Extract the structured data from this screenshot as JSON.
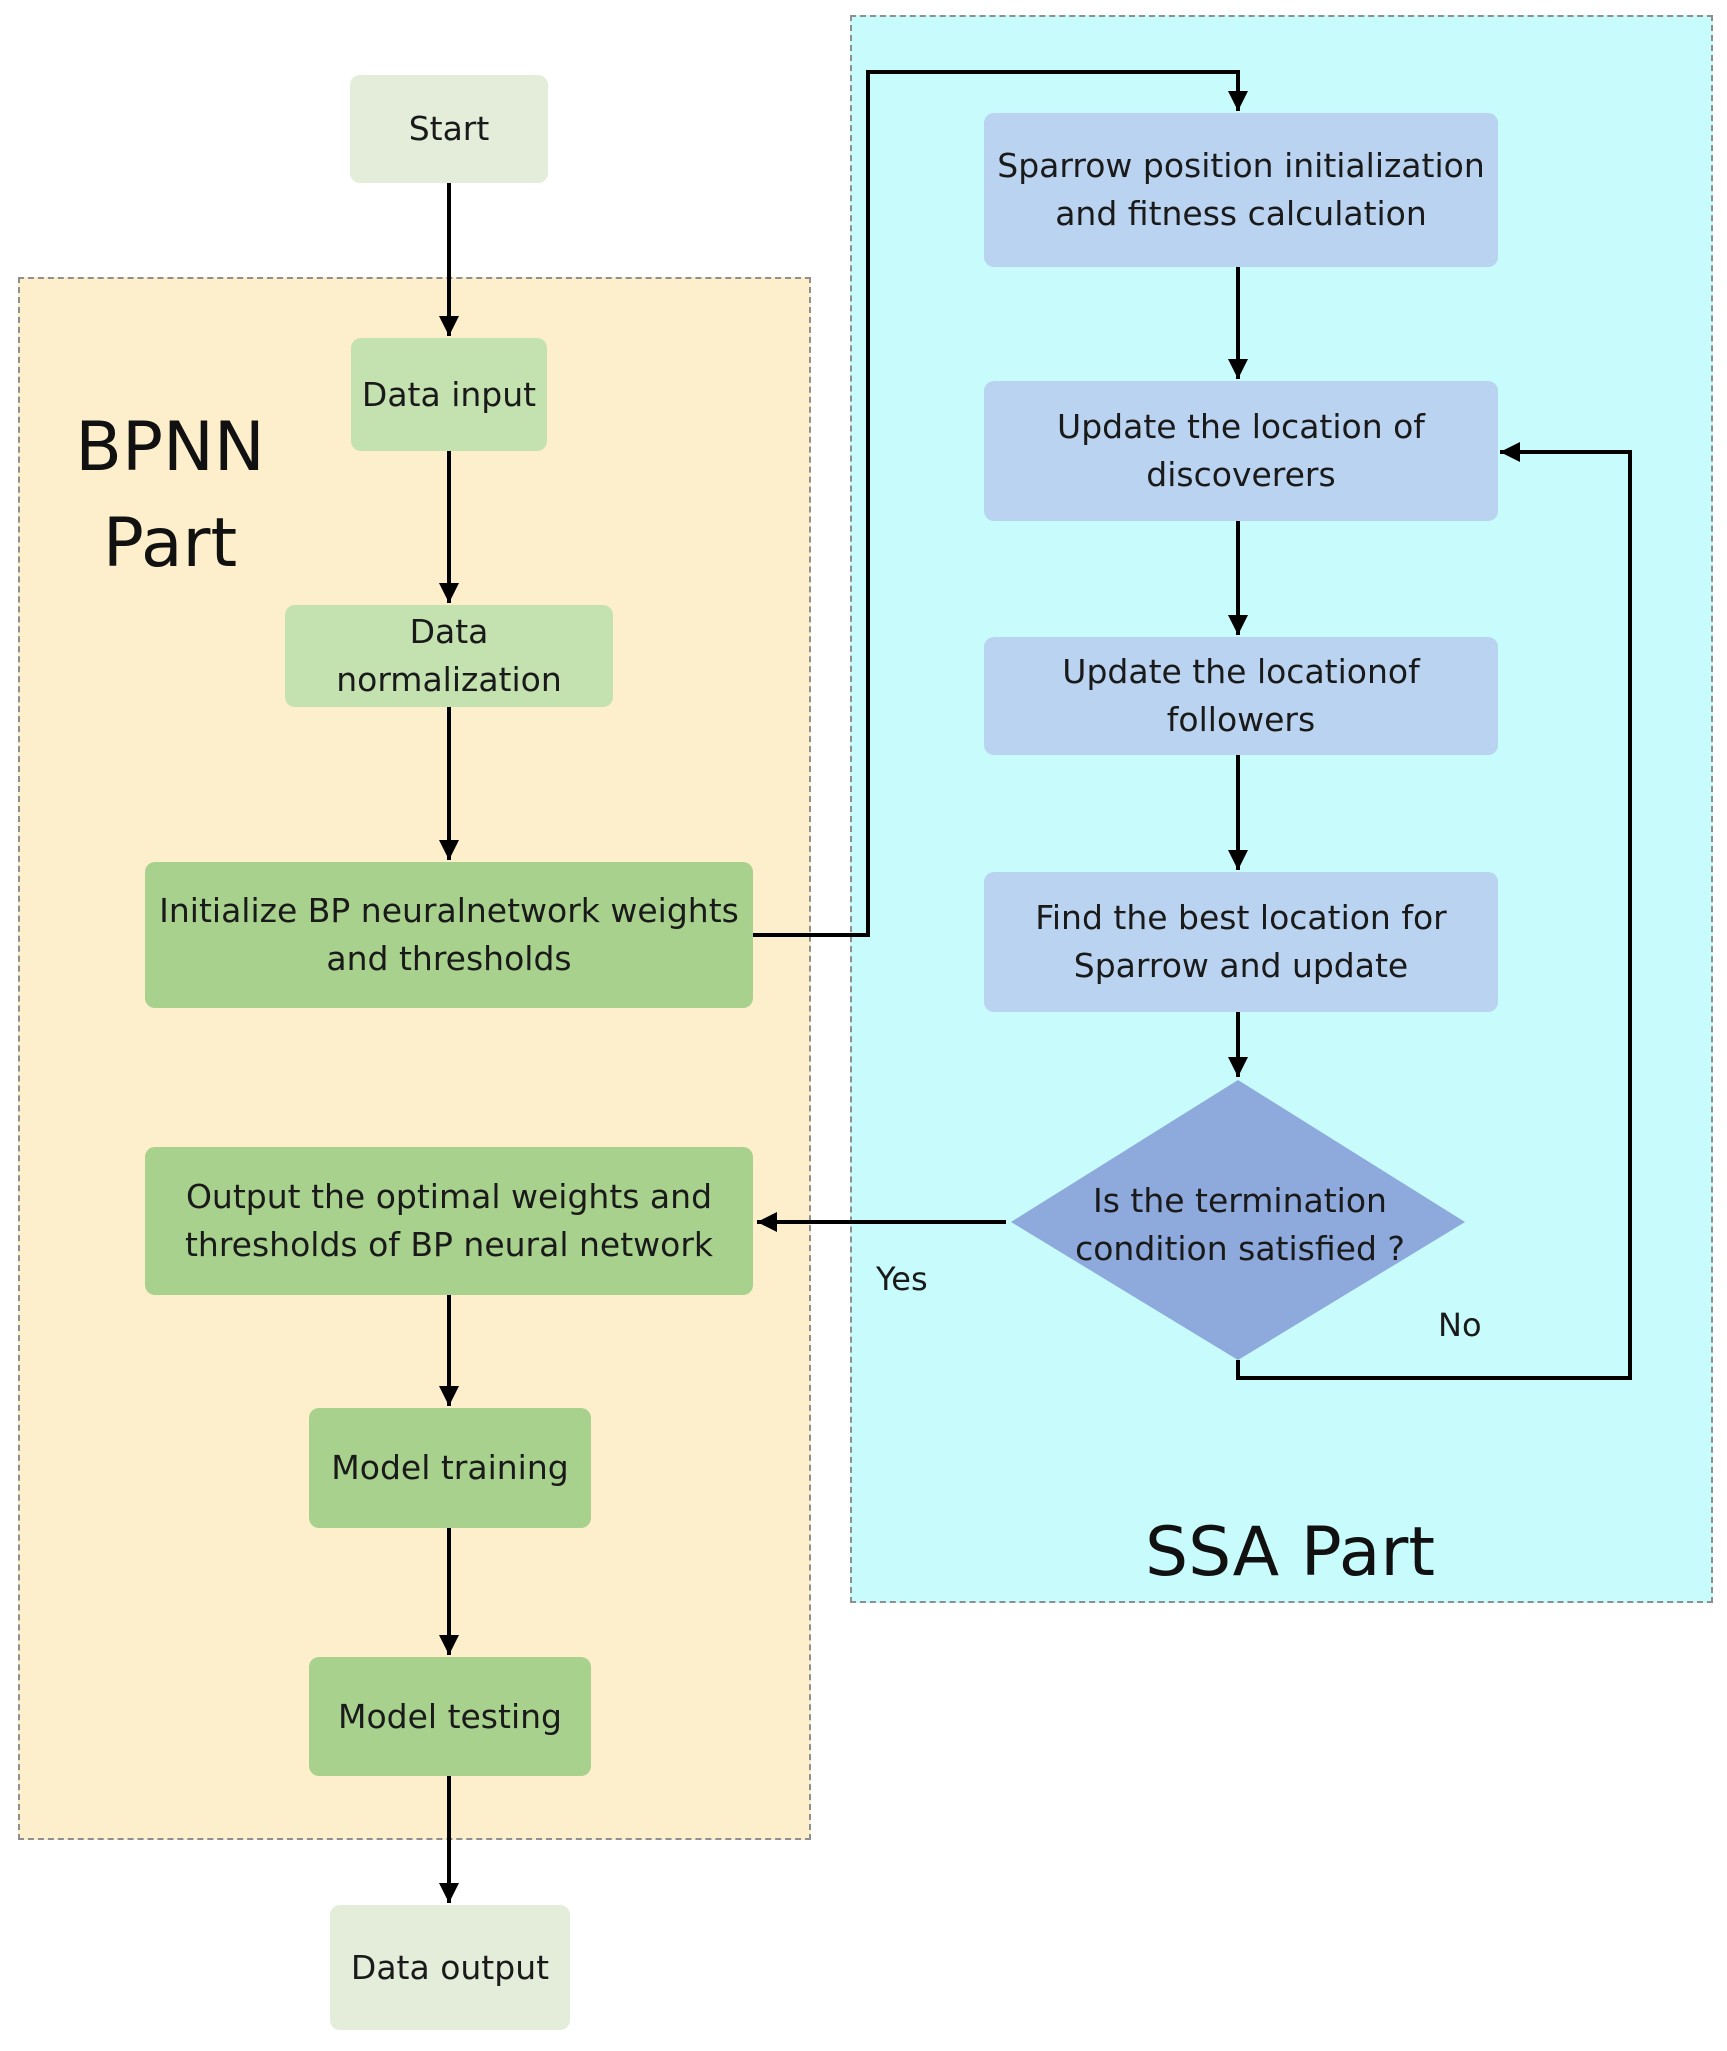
{
  "regions": {
    "bpnn_label": "BPNN\nPart",
    "ssa_label": "SSA Part"
  },
  "nodes": {
    "start": "Start",
    "data_input": "Data input",
    "data_normalization": "Data normalization",
    "initialize_bp": "Initialize BP neuralnetwork weights\nand thresholds",
    "output_optimal": "Output the optimal weights and\nthresholds of BP neural network",
    "model_training": "Model training",
    "model_testing": "Model testing",
    "data_output": "Data output",
    "sparrow_init": "Sparrow position initialization\nand fitness calculation",
    "update_discoverers": "Update the location of\ndiscoverers",
    "update_followers": "Update the locationof\nfollowers",
    "find_best": "Find the best location for\nSparrow and update",
    "termination": "Is the termination\ncondition satisfied ?"
  },
  "edge_labels": {
    "yes": "Yes",
    "no": "No"
  },
  "colors": {
    "bpnn_region": "#fdefcb",
    "ssa_region": "#c8fbfc",
    "terminal_node": "#e3edd9",
    "light_green_node": "#c4e2b0",
    "green_node": "#a8d18d",
    "blue_node": "#bad3f0",
    "decision_node": "#8ea9db"
  }
}
